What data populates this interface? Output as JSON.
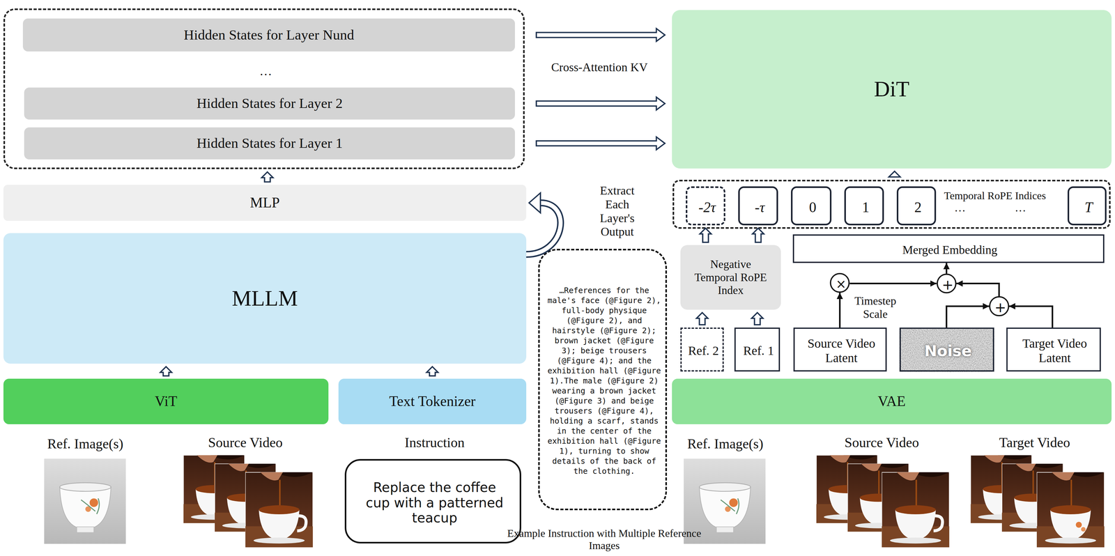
{
  "diagram": {
    "nodes": [
      {
        "text": [
          "…"
        ]
      },
      {
        "text": [
          "Hidden States for Layer Nund"
        ],
        "in": 0
      },
      {
        "text": [
          "Hidden States for Layer 2"
        ],
        "in": 0
      },
      {
        "text": [
          "Hidden States for Layer 1"
        ],
        "in": 0
      },
      {
        "text": [
          "MLP"
        ]
      },
      {
        "text": [
          "MLLM"
        ]
      },
      {
        "text": [
          "ViT"
        ]
      },
      {
        "text": [
          "Text Tokenizer"
        ]
      },
      {
        "text": [
          "Instruction",
          "Replace the coffee cup with a patterned teacup"
        ]
      },
      {
        "text": [
          "…References for the male's face (@Figure 2), full-body physique (@Figure 2), and hairstyle (@Figure 2); brown jacket (@Figure 3); beige trousers (@Figure 4); and the exhibition hall (@Figure 1).The male (@Figure 2) wearing a brown jacket (@Figure 3) and beige trousers (@Figure 4), holding a scarf, stands in the center of the exhibition hall (@Figure 1), turning to show details of the back of the clothing.",
          "Example Instruction with Multiple Reference Images"
        ]
      },
      {
        "text": [
          "DiT"
        ]
      },
      {
        "text": [
          "Temporal RoPE Indices"
        ]
      },
      {
        "text": [
          "-2τ"
        ],
        "in": 11
      },
      {
        "text": [
          "-τ"
        ],
        "in": 11
      },
      {
        "text": [
          "0"
        ],
        "in": 11
      },
      {
        "text": [
          "1"
        ],
        "in": 11
      },
      {
        "text": [
          "2"
        ],
        "in": 11
      },
      {
        "text": [
          "T"
        ],
        "in": 11
      },
      {
        "text": [
          "Merged Embedding"
        ]
      },
      {
        "text": [
          "Negative Temporal RoPE Index"
        ]
      },
      {
        "text": [
          "Ref. 2"
        ]
      },
      {
        "text": [
          "Ref. 1"
        ]
      },
      {
        "text": [
          "Source Video Latent"
        ]
      },
      {
        "text": [
          "Noise"
        ]
      },
      {
        "text": [
          "Target Video Latent"
        ]
      },
      {
        "text": [
          "VAE"
        ]
      },
      {
        "text": [
          "×"
        ]
      },
      {
        "text": [
          "+"
        ]
      },
      {
        "text": [
          "+"
        ]
      }
    ],
    "edges": [
      {
        "from": 1,
        "to": 10,
        "arrow": "to"
      },
      {
        "from": 2,
        "to": 10,
        "arrow": "to"
      },
      {
        "from": 3,
        "to": 10,
        "arrow": "to"
      },
      {
        "from": 4,
        "to": 0,
        "arrow": "to"
      },
      {
        "from": 5,
        "to": 4,
        "label": "Extract Each Layer's Output",
        "arrow": "to"
      },
      {
        "from": 6,
        "to": 5,
        "arrow": "to"
      },
      {
        "from": 7,
        "to": 5,
        "arrow": "to"
      },
      {
        "from": 11,
        "to": 10,
        "arrow": "to"
      },
      {
        "from": 19,
        "to": 12,
        "arrow": "to"
      },
      {
        "from": 19,
        "to": 13,
        "arrow": "to"
      },
      {
        "from": 20,
        "to": 19,
        "arrow": "to"
      },
      {
        "from": 21,
        "to": 19,
        "arrow": "to"
      },
      {
        "from": 22,
        "to": 26,
        "arrow": "to"
      },
      {
        "from": 26,
        "to": 27,
        "arrow": "to"
      },
      {
        "from": 28,
        "to": 27,
        "arrow": "to"
      },
      {
        "from": 23,
        "to": 28,
        "arrow": "to"
      },
      {
        "from": 24,
        "to": 28,
        "arrow": "to"
      },
      {
        "from": 27,
        "to": 18,
        "arrow": "to"
      }
    ],
    "labels": [
      "Cross-Attention KV",
      "…",
      "…",
      "Timestep Scale",
      "Ref. Image(s)",
      "Source Video",
      "Ref. Image(s)",
      "Source Video",
      "Target Video"
    ]
  }
}
